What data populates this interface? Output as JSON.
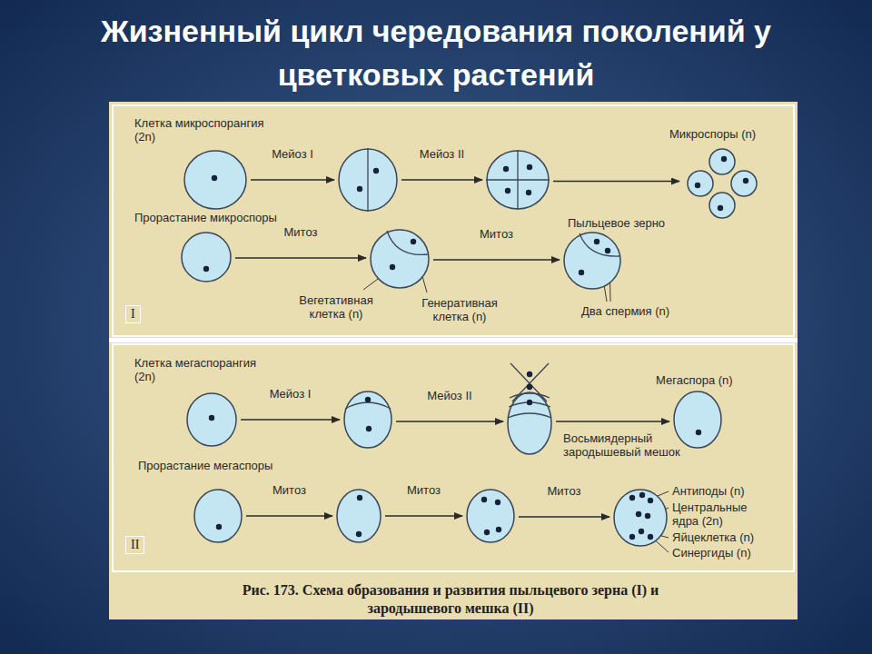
{
  "diagram": {
    "title": "Жизненный цикл чередования поколений у цветковых растений",
    "caption": "Рис. 173. Схема образования и развития пыльцевого зерна (I) и зародышевого мешка (II)",
    "nodes": [
      {
        "text": [
          "Клетка микроспорангия (2n)"
        ]
      },
      {
        "text": []
      },
      {
        "text": []
      },
      {
        "text": [
          "Микроспоры (n)"
        ]
      },
      {
        "text": [
          "Прорастание микроспоры"
        ]
      },
      {
        "text": [
          "Вегетативная клетка (n)",
          "Генеративная клетка (n)"
        ]
      },
      {
        "text": [
          "Пыльцевое зерно",
          "Два спермия (n)"
        ]
      },
      {
        "text": [
          "Клетка мегаспорангия (2n)"
        ]
      },
      {
        "text": []
      },
      {
        "text": []
      },
      {
        "text": [
          "Мегаспора (n)"
        ]
      },
      {
        "text": [
          "Прорастание мегаспоры"
        ]
      },
      {
        "text": []
      },
      {
        "text": []
      },
      {
        "text": [
          "Восьмиядерный зародышевый мешок",
          "Антиподы (n)",
          "Центральные ядра (2n)",
          "Яйцеклетка (n)",
          "Синергиды (n)"
        ]
      }
    ],
    "edges": [
      {
        "from": 0,
        "to": 1,
        "arrow": "to",
        "label": "Мейоз I"
      },
      {
        "from": 1,
        "to": 2,
        "arrow": "to",
        "label": "Мейоз II"
      },
      {
        "from": 2,
        "to": 3,
        "arrow": "to"
      },
      {
        "from": 4,
        "to": 5,
        "arrow": "to",
        "label": "Митоз"
      },
      {
        "from": 5,
        "to": 6,
        "arrow": "to",
        "label": "Митоз"
      },
      {
        "from": 7,
        "to": 8,
        "arrow": "to",
        "label": "Мейоз I"
      },
      {
        "from": 8,
        "to": 9,
        "arrow": "to",
        "label": "Мейоз II"
      },
      {
        "from": 9,
        "to": 10,
        "arrow": "to"
      },
      {
        "from": 11,
        "to": 12,
        "arrow": "to",
        "label": "Митоз"
      },
      {
        "from": 12,
        "to": 13,
        "arrow": "to",
        "label": "Митоз"
      },
      {
        "from": 13,
        "to": 14,
        "arrow": "to",
        "label": "Митоз"
      }
    ],
    "labels": [
      "I",
      "II"
    ]
  }
}
